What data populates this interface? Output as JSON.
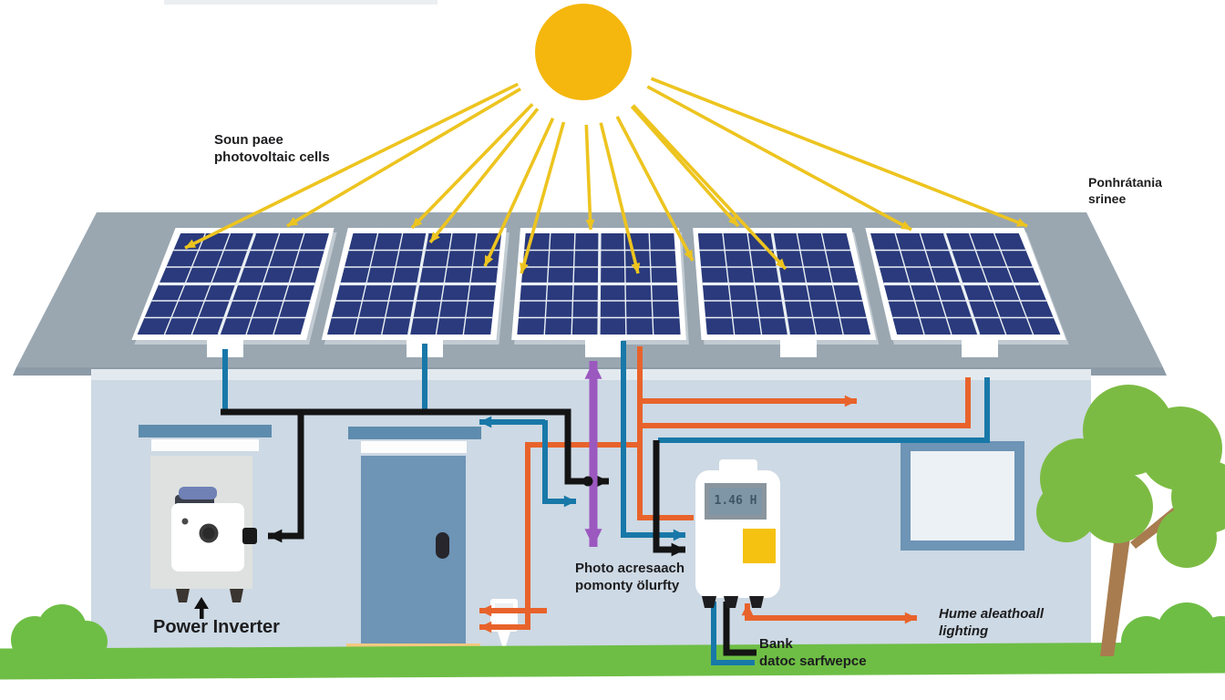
{
  "diagram": {
    "labels": {
      "solar_panels": "Soun paee\nphotovoltaic cells",
      "pv_array_right": "Ponhrátania\nsrinee",
      "power_inverter": "Power Inverter",
      "battery_storage": "Photo acresaach\npomonty ölurfty",
      "bank_service": "Bank\ndatoc sarfwepce",
      "home_lighting": "Hume aleathoall\nlighting",
      "meter_reading": "1.46 H"
    },
    "colors": {
      "sun": "#F5B70D",
      "ray": "#EDC41F",
      "roof": "#9AA7B1",
      "wall": "#CDD9E4",
      "panel_cell": "#2A3A7C",
      "wire_black": "#141414",
      "wire_blue": "#1878A8",
      "wire_orange": "#E8632B",
      "wire_purple": "#9B58BF",
      "grass": "#6EBE45",
      "tree_green": "#7CBB43",
      "tree_trunk": "#A87C4F",
      "door": "#6E94B6",
      "accent_yellow": "#F5C211"
    }
  }
}
